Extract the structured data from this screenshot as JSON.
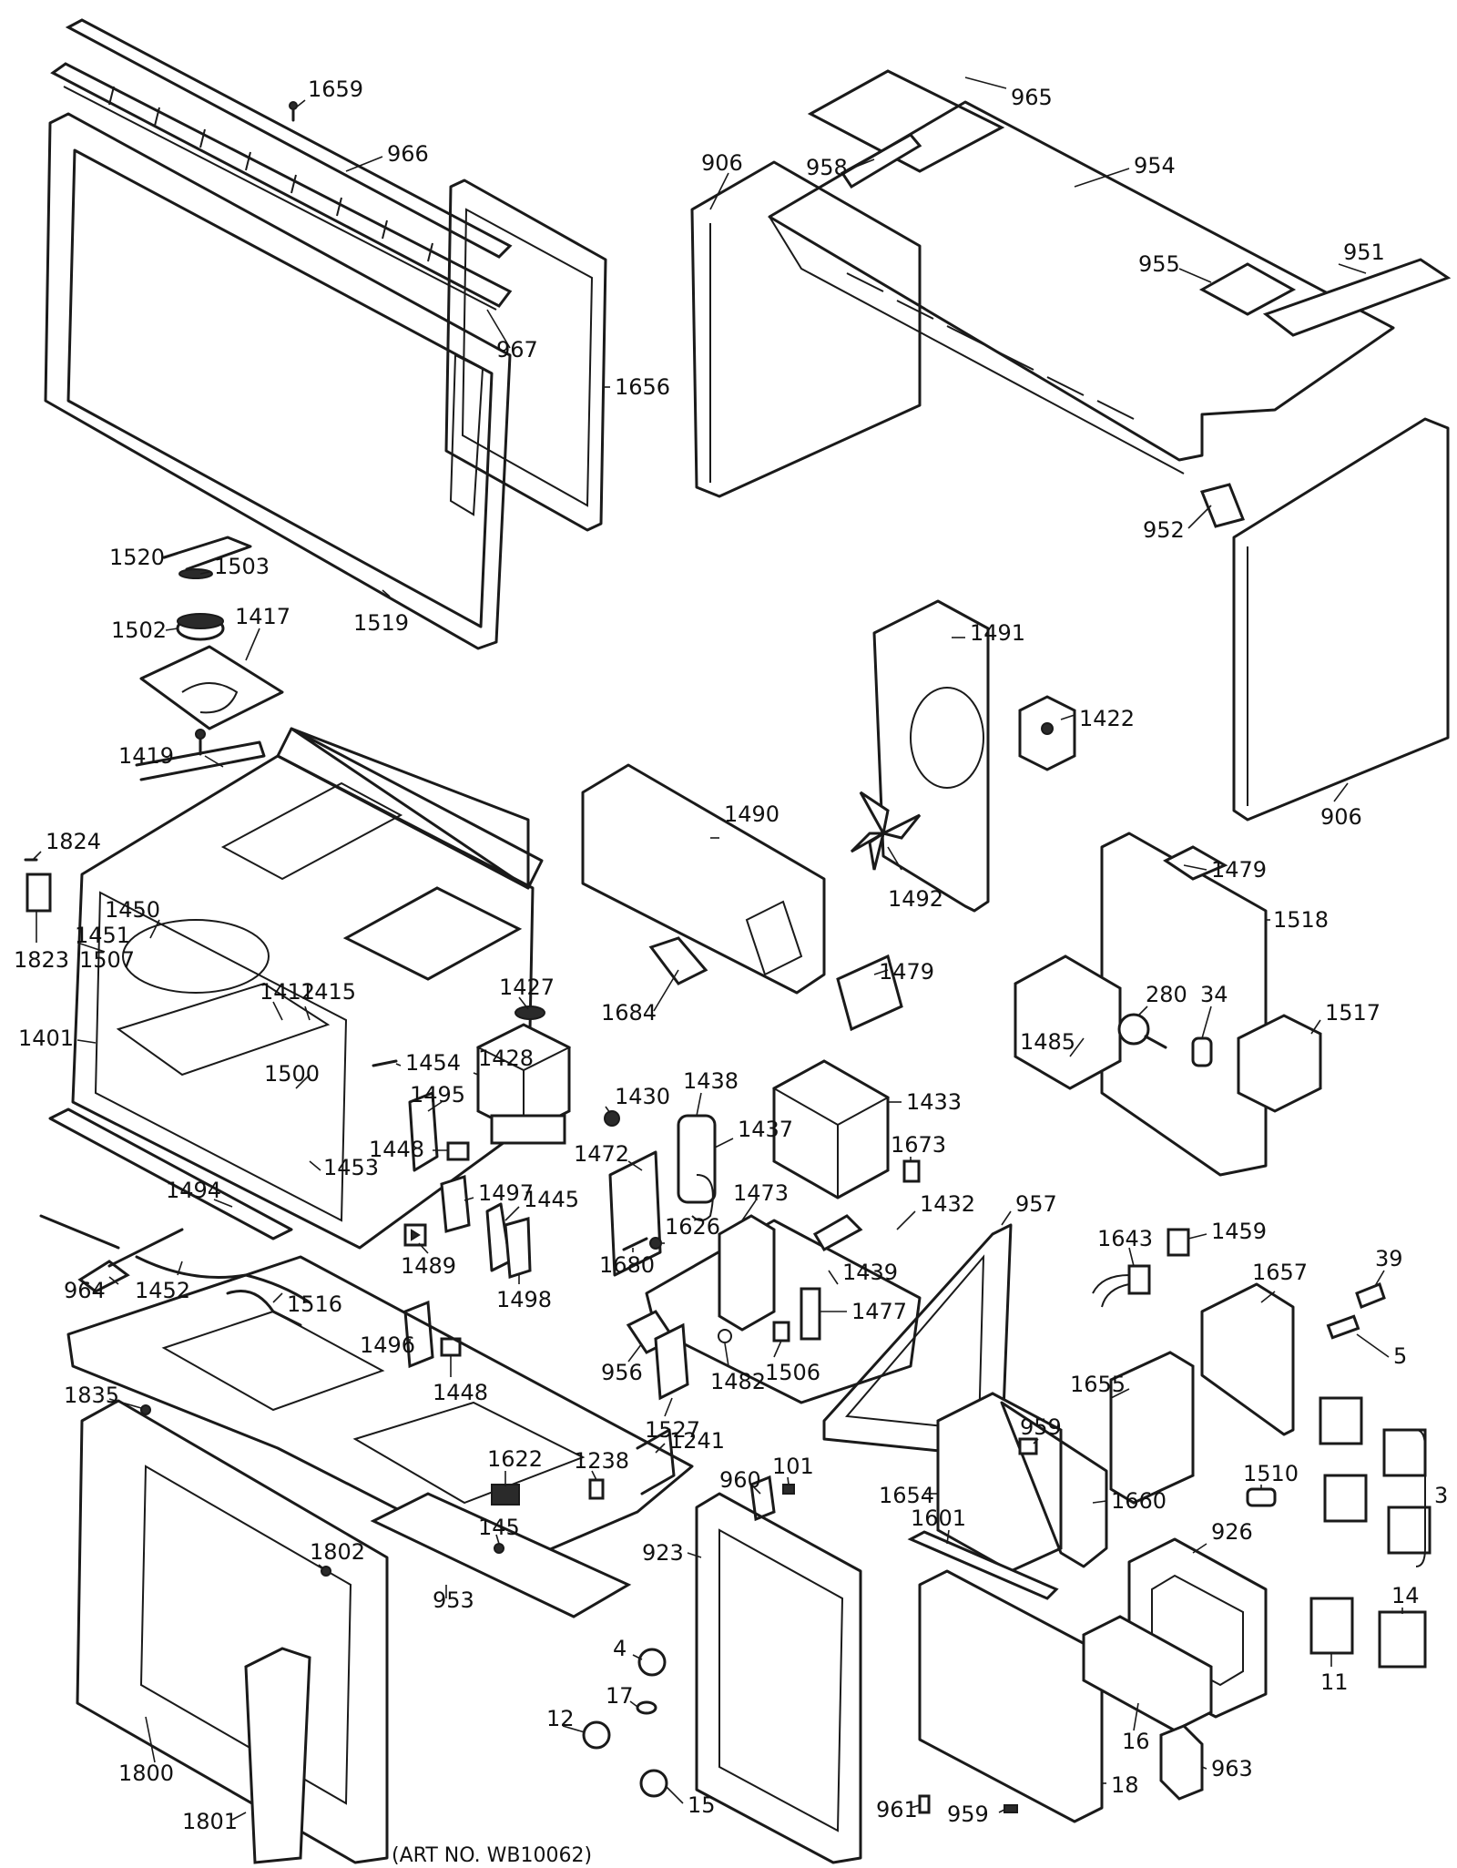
{
  "caption": "(ART NO. WB10062)",
  "part_numbers": [
    "1659",
    "966",
    "965",
    "906",
    "958",
    "954",
    "955",
    "951",
    "967",
    "1656",
    "952",
    "1520",
    "1503",
    "1502",
    "1417",
    "1519",
    "1491",
    "1422",
    "906",
    "1419",
    "1490",
    "1824",
    "1479",
    "1518",
    "1823",
    "1492",
    "1479",
    "1450",
    "1451",
    "1507",
    "1412",
    "1415",
    "1427",
    "280",
    "34",
    "1684",
    "1485",
    "1517",
    "1401",
    "1454",
    "1428",
    "1500",
    "1495",
    "1430",
    "1438",
    "1433",
    "1437",
    "1673",
    "1453",
    "1448",
    "1472",
    "1432",
    "957",
    "1494",
    "1497",
    "1445",
    "1473",
    "1626",
    "1643",
    "1459",
    "39",
    "1489",
    "1680",
    "1439",
    "1657",
    "964",
    "1452",
    "1516",
    "1498",
    "1477",
    "5",
    "1496",
    "956",
    "1482",
    "1506",
    "1448",
    "1527",
    "1835",
    "1655",
    "1241",
    "959",
    "1622",
    "1238",
    "101",
    "960",
    "1654",
    "1660",
    "1510",
    "3",
    "1601",
    "926",
    "145",
    "923",
    "1802",
    "953",
    "14",
    "11",
    "4",
    "16",
    "17",
    "12",
    "963",
    "1800",
    "1801",
    "15",
    "961",
    "959",
    "18"
  ]
}
